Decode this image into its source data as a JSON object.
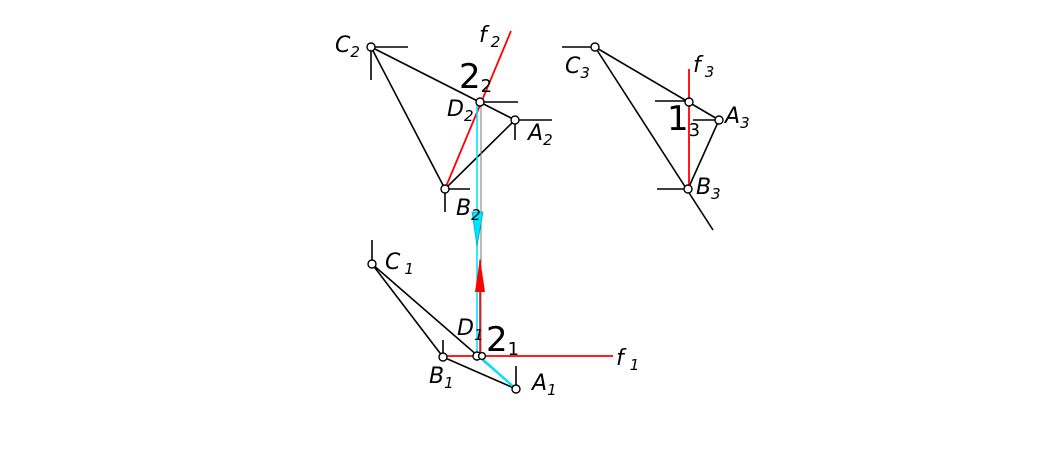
{
  "labels": {
    "c2": "C",
    "c2_sub": "2",
    "f2": "f",
    "f2_sub": "2",
    "pt2_top": "2",
    "pt2_top_sub": "2",
    "d2": "D",
    "d2_sub": "2",
    "a2": "A",
    "a2_sub": "2",
    "b2": "B",
    "b2_sub": "2",
    "c3": "C",
    "c3_sub": "3",
    "f3": "f",
    "f3_sub": "3",
    "pt1": "1",
    "pt1_sub": "3",
    "a3": "A",
    "a3_sub": "3",
    "b3": "B",
    "b3_sub": "3",
    "c1": "C",
    "c1_sub": "1",
    "d1": "D",
    "d1_sub": "1",
    "pt2_bot": "2",
    "pt2_bot_sub": "1",
    "f1": "f",
    "f1_sub": "1",
    "b1": "B",
    "b1_sub": "1",
    "a1": "A",
    "a1_sub": "1"
  },
  "colors": {
    "line": "#000000",
    "construction": "#ff0000",
    "projection": "#00e5ff"
  }
}
